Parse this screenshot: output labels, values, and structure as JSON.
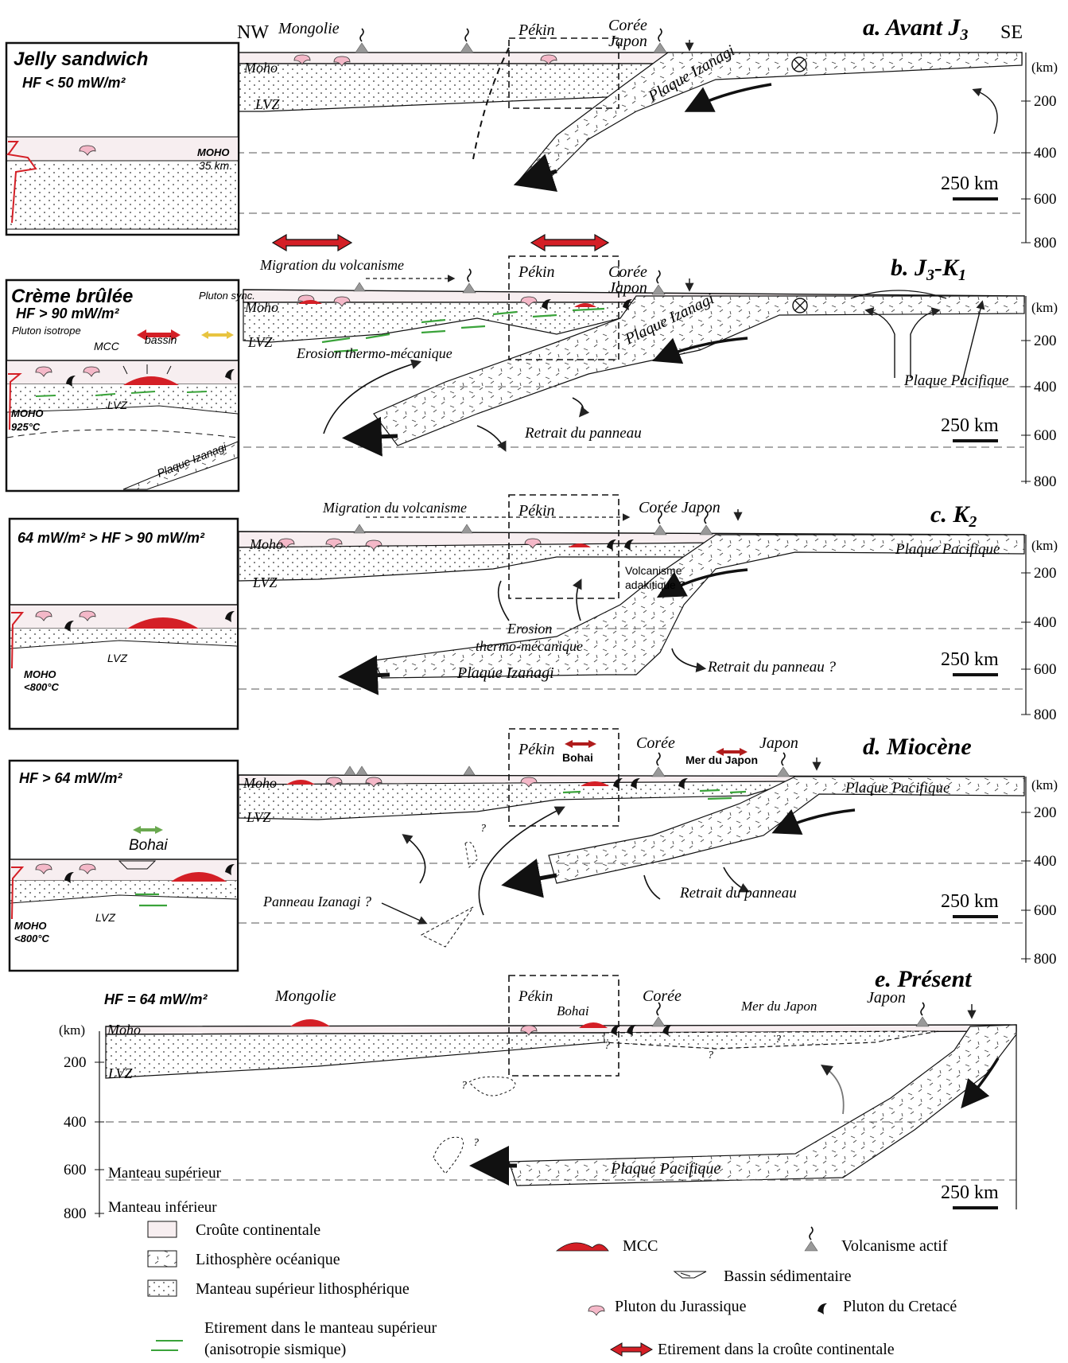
{
  "panels": [
    {
      "title": "a. Avant J",
      "title_sub": "3",
      "nw": "NW",
      "se": "SE",
      "place_left": "Mongolie",
      "place_pekin": "Pékin",
      "place_coree": "Corée",
      "place_japon": "Japon",
      "moho": "Moho",
      "lvz": "LVZ",
      "plate": "Plaque Izanagi",
      "inset_title": "Jelly sandwich",
      "inset_hf": "HF < 50 mW/m²",
      "inset_moho": "MOHO",
      "inset_moho_val": "35 km",
      "depth_unit": "(km)",
      "depth_ticks": [
        "200",
        "400",
        "600",
        "800"
      ],
      "scale": "250 km"
    },
    {
      "title": "b. J",
      "title_sub": "3",
      "title_mid": "-K",
      "title_sub2": "1",
      "migration": "Migration du volcanisme",
      "place_pekin": "Pékin",
      "place_coree": "Corée",
      "place_japon": "Japon",
      "moho": "Moho",
      "lvz": "LVZ",
      "erosion": "Erosion thermo-mécanique",
      "plate": "Plaque Izanagi",
      "plate2": "Plaque Pacifique",
      "retreat": "Retrait du panneau",
      "inset_title": "Crème brûlée",
      "inset_hf": "HF > 90 mW/m²",
      "inset_pluton_sync": "Pluton sync.",
      "inset_pluton_iso": "Pluton isotrope",
      "inset_mcc": "MCC",
      "inset_bassin": "bassin",
      "inset_moho": "MOHO",
      "inset_moho_val": "925°C",
      "inset_lvz": "LVZ",
      "inset_plate": "Plaque Izanagi",
      "depth_unit": "(km)",
      "depth_ticks": [
        "200",
        "400",
        "600",
        "800"
      ],
      "scale": "250 km"
    },
    {
      "title": "c. K",
      "title_sub": "2",
      "migration": "Migration du volcanisme",
      "place_pekin": "Pékin",
      "place_coree_japon": "Corée Japon",
      "moho": "Moho",
      "lvz": "LVZ",
      "volc_adak1": "Volcanisme",
      "volc_adak2": "adakitique ?",
      "erosion1": "Erosion",
      "erosion2": "thermo-mécanique",
      "plate": "Plaque Izanagi",
      "plate2": "Plaque Pacifique",
      "retreat": "Retrait du panneau ?",
      "inset_hf": "64 mW/m² > HF > 90 mW/m²",
      "inset_moho": "MOHO",
      "inset_moho_val": "<800°C",
      "inset_lvz": "LVZ",
      "depth_unit": "(km)",
      "depth_ticks": [
        "200",
        "400",
        "600",
        "800"
      ],
      "scale": "250 km"
    },
    {
      "title": "d. Miocène",
      "place_pekin": "Pékin",
      "place_bohai": "Bohai",
      "place_coree": "Corée",
      "place_japon": "Japon",
      "place_mer": "Mer du Japon",
      "moho": "Moho",
      "lvz": "LVZ",
      "plate2": "Plaque Pacifique",
      "panneau": "Panneau Izanagi ?",
      "retreat": "Retrait du panneau",
      "q": "?",
      "inset_hf": "HF > 64 mW/m²",
      "inset_bohai": "Bohai",
      "inset_moho": "MOHO",
      "inset_moho_val": "<800°C",
      "inset_lvz": "LVZ",
      "depth_unit": "(km)",
      "depth_ticks": [
        "200",
        "400",
        "600",
        "800"
      ],
      "scale": "250 km"
    },
    {
      "title": "e. Présent",
      "hf": "HF = 64 mW/m²",
      "place_left": "Mongolie",
      "place_pekin": "Pékin",
      "place_bohai": "Bohai",
      "place_coree": "Corée",
      "place_mer": "Mer du Japon",
      "place_japon": "Japon",
      "moho": "Moho",
      "lvz": "LVZ",
      "plate2": "Plaque Pacifique",
      "manteau_sup": "Manteau supérieur",
      "manteau_inf": "Manteau inférieur",
      "q": "?",
      "depth_unit": "(km)",
      "depth_ticks": [
        "200",
        "400",
        "600",
        "800"
      ],
      "scale": "250 km"
    }
  ],
  "legend": {
    "crust": "Croûte continentale",
    "oceanic": "Lithosphère océanique",
    "mantle": "Manteau supérieur lithosphérique",
    "stretch_mantle1": "Etirement dans le manteau supérieur",
    "stretch_mantle2": "(anisotropie sismique)",
    "mcc": "MCC",
    "volcanism": "Volcanisme actif",
    "basin": "Bassin sédimentaire",
    "pluton_j": "Pluton du Jurassique",
    "pluton_c": "Pluton du Cretacé",
    "stretch_crust": "Etirement dans la croûte continentale"
  },
  "colors": {
    "crust": "#f7eef0",
    "pluton": "#f4b8c8",
    "mcc": "#d41f26",
    "stretch_mantle": "#3aa33a",
    "inset_arrow_bohai": "#6aa84f",
    "inset_arrow_sync": "#e8c440",
    "line": "#1a1a1a"
  }
}
